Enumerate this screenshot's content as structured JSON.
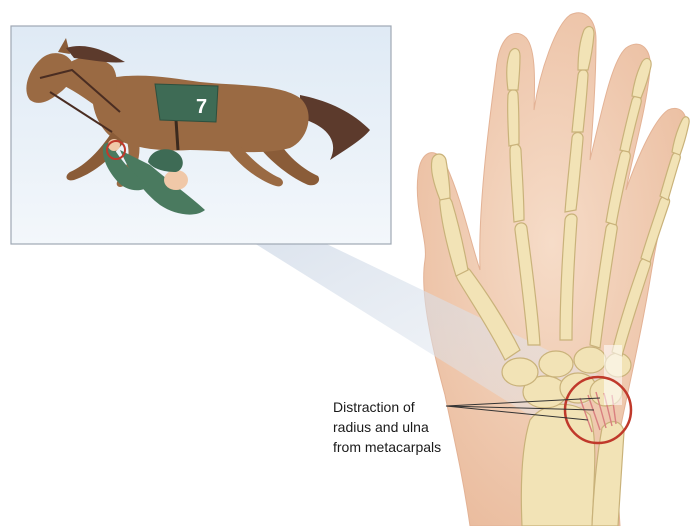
{
  "figure": {
    "saddle_cloth_number": "7",
    "annotation": {
      "line1": "Distraction of",
      "line2": "radius and ulna",
      "line3": "from metacarpals"
    }
  },
  "colors": {
    "horse": "#9a6a43",
    "mane_tail": "#5c3a2c",
    "saddle_cloth": "#3e6b55",
    "jockey_silks": "#4a7a5f",
    "skin": "#f0c8a8",
    "bone": "#f2e3b6",
    "bone_outline": "#c9b27a",
    "inset_background": "#e8f1f8",
    "injury_highlight": "#c0392b"
  }
}
